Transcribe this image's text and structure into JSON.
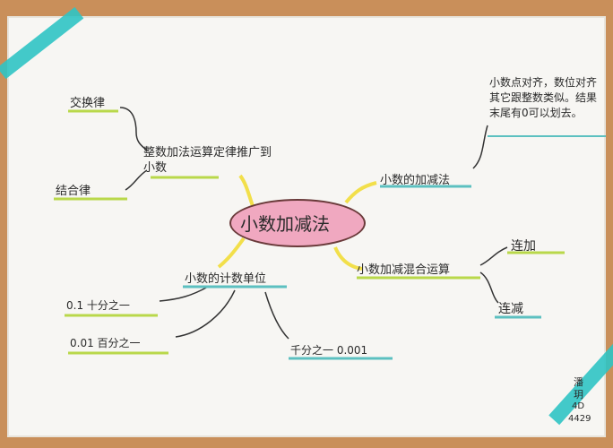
{
  "center": {
    "text": "小数加减法"
  },
  "left_top": {
    "main": "整数加法运算定律推广到小数",
    "items": [
      "交换律",
      "结合律"
    ]
  },
  "right_top": {
    "main": "小数的加减法",
    "note": "小数点对齐，数位对齐其它跟整数类似。结果末尾有0可以划去。"
  },
  "right_bottom": {
    "main": "小数加减混合运算",
    "items": [
      "连加",
      "连减"
    ]
  },
  "left_bottom": {
    "main": "小数的计数单位",
    "items": [
      "0.1    十分之一",
      "0.01    百分之一",
      "千分之一    0.001"
    ]
  },
  "signature": {
    "lines": [
      "潘",
      "玥",
      "4D",
      "4429"
    ]
  },
  "colors": {
    "paper": "#f7f6f3",
    "table": "#c98f5a",
    "tape": "#2fc4c4",
    "center_fill": "#f0a8c0",
    "center_border": "#6a3a3a",
    "branch": "#f2df4a",
    "underline_green": "#b9d84a",
    "underline_blue": "#5cc0c0",
    "ink": "#2a2a2a"
  }
}
